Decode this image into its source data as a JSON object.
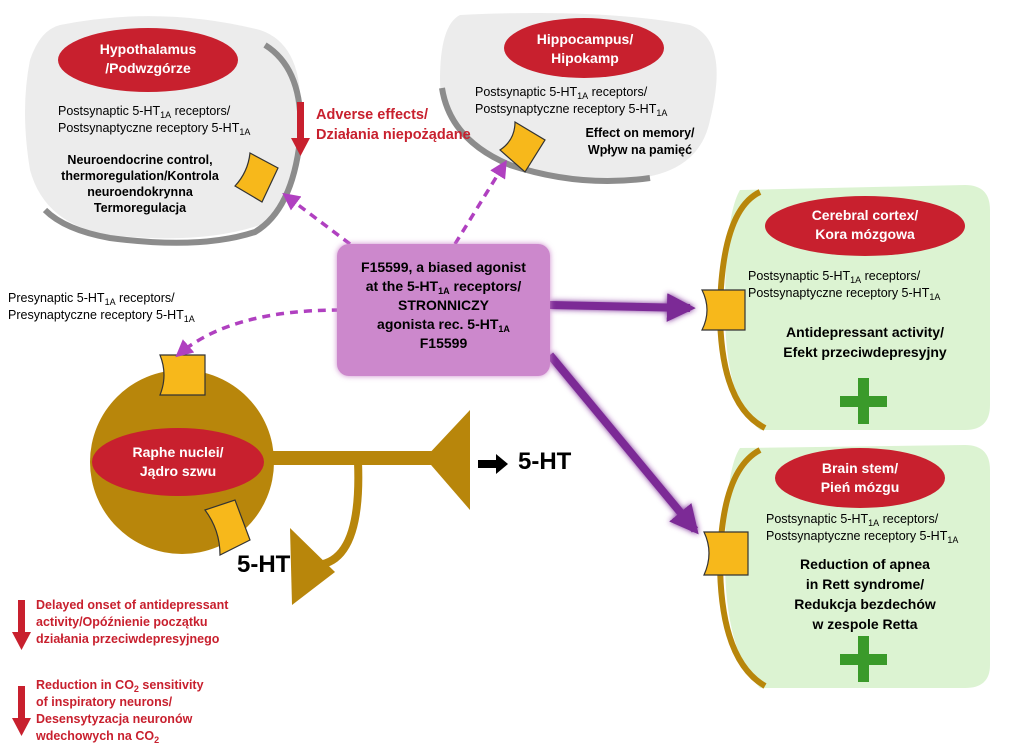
{
  "regions": {
    "hypothalamus": {
      "name_line1": "Hypothalamus",
      "name_line2": "/Podwzgórze",
      "receptor_line1_pre": "Postsynaptic 5-HT",
      "receptor_sub": "1A",
      "receptor_line1_post": " receptors/",
      "receptor_line2_pre": "Postsynaptyczne receptory 5-HT",
      "effect_lines": [
        "Neuroendocrine control,",
        "thermoregulation/Kontrola",
        "neuroendokrynna",
        "Termoregulacja"
      ]
    },
    "hippocampus": {
      "name_line1": "Hippocampus/",
      "name_line2": "Hipokamp",
      "receptor_line1_pre": "Postsynaptic 5-HT",
      "receptor_sub": "1A",
      "receptor_line1_post": " receptors/",
      "receptor_line2_pre": "Postsynaptyczne  receptory 5-HT",
      "effect_lines": [
        "Effect on memory/",
        "Wpływ na pamięć"
      ]
    },
    "cortex": {
      "name_line1": "Cerebral cortex/",
      "name_line2": "Kora mózgowa",
      "receptor_line1_pre": "Postsynaptic 5-HT",
      "receptor_sub": "1A",
      "receptor_line1_post": " receptors/",
      "receptor_line2_pre": "Postsynaptyczne receptory 5-HT",
      "effect_lines": [
        "Antidepressant activity/",
        "Efekt przeciwdepresyjny"
      ],
      "sign": "+"
    },
    "brainstem": {
      "name_line1": "Brain stem/",
      "name_line2": "Pień mózgu",
      "receptor_line1_pre": "Postsynaptic 5-HT",
      "receptor_sub": "1A",
      "receptor_line1_post": " receptors/",
      "receptor_line2_pre": "Postsynaptyczne receptory 5-HT",
      "effect_lines": [
        "Reduction of apnea",
        "in Rett syndrome/",
        "Redukcja bezdechów",
        "w zespole Retta"
      ],
      "sign": "+"
    },
    "raphe": {
      "name_line1": "Raphe nuclei/",
      "name_line2": "Jądro szwu",
      "presynaptic_line1_pre": "Presynaptic 5-HT",
      "presynaptic_sub": "1A",
      "presynaptic_line1_post": " receptors/",
      "presynaptic_line2_pre": "Presynaptyczne receptory 5-HT"
    }
  },
  "center_box": {
    "line1": "F15599, a biased agonist",
    "line2_pre": "at the 5-HT",
    "line2_sub": "1A",
    "line2_post": " receptors/",
    "line3": "STRONNICZY",
    "line4_pre": "agonista rec. 5-HT",
    "line4_sub": "1A",
    "line5": "F15599"
  },
  "serotonin_labels": {
    "axon_terminal": "5-HT",
    "autoreceptor_terminal": "5-HT"
  },
  "adverse": {
    "line1": "Adverse effects/",
    "line2": "Działania niepożądane"
  },
  "bottom_effects": {
    "delayed": [
      "Delayed onset of antidepressant",
      "activity/Opóźnienie  początku",
      "działania przeciwdepresyjnego"
    ],
    "co2_line1_pre": "Reduction in CO",
    "co2_line1_sub": "2",
    "co2_line1_post": " sensitivity",
    "co2_rest": [
      "of inspiratory neurons/",
      "Desensytyzacja neuronów"
    ],
    "co2_last_pre": "wdechowych na CO",
    "co2_last_sub": "2"
  },
  "colors": {
    "pill_red": "#c8202e",
    "receptor_yellow": "#f7b81b",
    "neuron_brown": "#b8860b",
    "arrow_purple": "#7b2a96",
    "center_box": "#cc88cc",
    "region_gray": "#ececec",
    "region_green": "#dcf3d2",
    "plus_green": "#3a9a2a"
  }
}
